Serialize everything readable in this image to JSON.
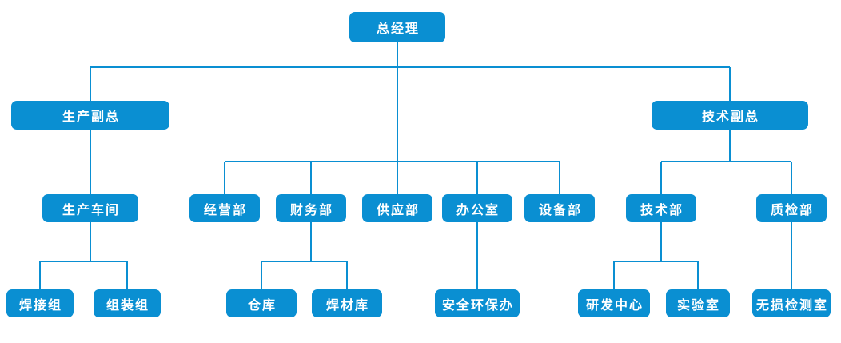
{
  "diagram": {
    "type": "org-chart",
    "accent_color": "#0a8fd2",
    "text_color": "#ffffff",
    "nodes": {
      "general_manager": "总经理",
      "production_vp": "生产副总",
      "technical_vp": "技术副总",
      "production_workshop": "生产车间",
      "business_dept": "经营部",
      "finance_dept": "财务部",
      "supply_dept": "供应部",
      "office": "办公室",
      "equipment_dept": "设备部",
      "technical_dept": "技术部",
      "quality_inspection_dept": "质检部",
      "welding_group": "焊接组",
      "assembly_group": "组装组",
      "warehouse": "仓库",
      "welding_material_warehouse": "焊材库",
      "safety_environment_office": "安全环保办",
      "rd_center": "研发中心",
      "laboratory": "实验室",
      "ndt_room": "无损检测室"
    },
    "hierarchy": {
      "总经理": {
        "生产副总": {
          "生产车间": [
            "焊接组",
            "组装组"
          ]
        },
        "经营部": [],
        "财务部": [
          "仓库",
          "焊材库"
        ],
        "供应部": [],
        "办公室": [
          "安全环保办"
        ],
        "设备部": [],
        "技术副总": {
          "技术部": [
            "研发中心",
            "实验室"
          ],
          "质检部": [
            "无损检测室"
          ]
        }
      }
    }
  }
}
